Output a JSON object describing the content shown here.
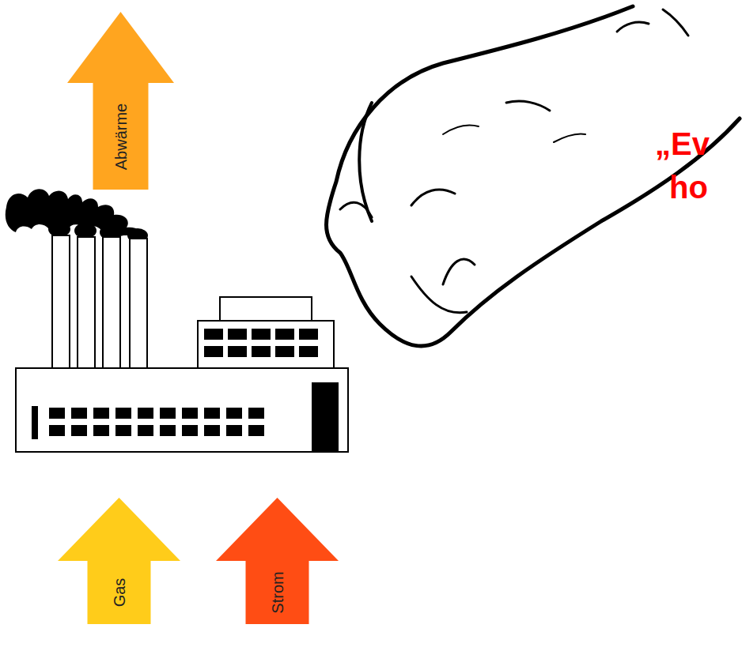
{
  "diagram": {
    "nodes": [
      {
        "text": [
          "Abwärme"
        ]
      },
      {
        "text": [
          "Gas"
        ]
      },
      {
        "text": [
          "Strom"
        ]
      }
    ],
    "labels": [
      "„Ev",
      "ho"
    ]
  }
}
